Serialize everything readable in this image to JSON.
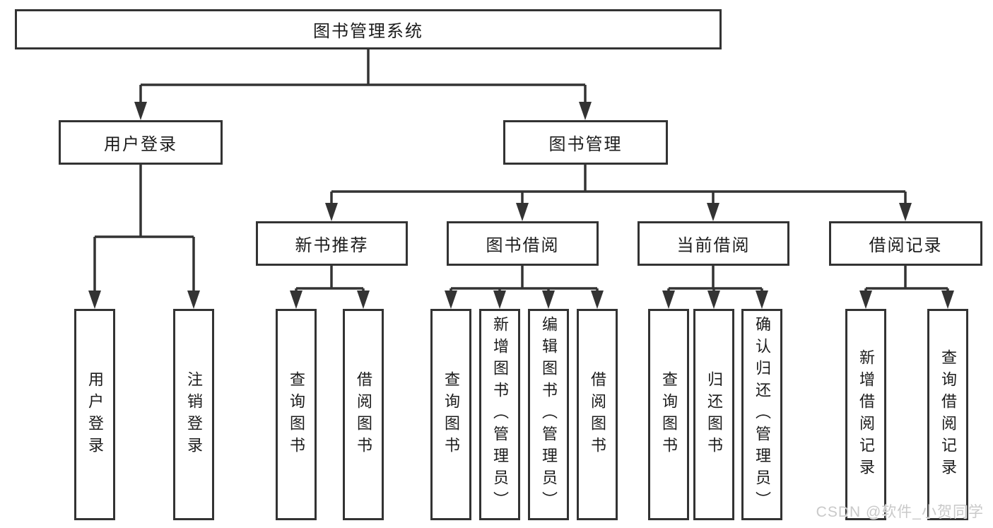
{
  "diagram": {
    "root": {
      "label": "图书管理系统"
    },
    "branches": {
      "user_login": {
        "label": "用户登录",
        "children": {
          "login": {
            "label": "用户登录"
          },
          "logout": {
            "label": "注销登录"
          }
        }
      },
      "book_mgmt": {
        "label": "图书管理",
        "children": {
          "new_book": {
            "label": "新书推荐",
            "children": {
              "query": {
                "label": "查询图书"
              },
              "borrow": {
                "label": "借阅图书"
              }
            }
          },
          "borrowing": {
            "label": "图书借阅",
            "children": {
              "query": {
                "label": "查询图书"
              },
              "add": {
                "label": "新增图书（管理员）"
              },
              "edit": {
                "label": "编辑图书（管理员）"
              },
              "borrow": {
                "label": "借阅图书"
              }
            }
          },
          "current": {
            "label": "当前借阅",
            "children": {
              "query": {
                "label": "查询图书"
              },
              "return": {
                "label": "归还图书"
              },
              "confirm": {
                "label": "确认归还（管理员）"
              }
            }
          },
          "records": {
            "label": "借阅记录",
            "children": {
              "add": {
                "label": "新增借阅记录"
              },
              "query": {
                "label": "查询借阅记录"
              }
            }
          }
        }
      }
    }
  },
  "watermark": {
    "text": "CSDN @软件_小贺同学"
  },
  "colors": {
    "line": "#333333",
    "text": "#1c1c1c",
    "box_background": "#ffffff",
    "watermark": "#c9c9c9",
    "background": "#ffffff"
  }
}
